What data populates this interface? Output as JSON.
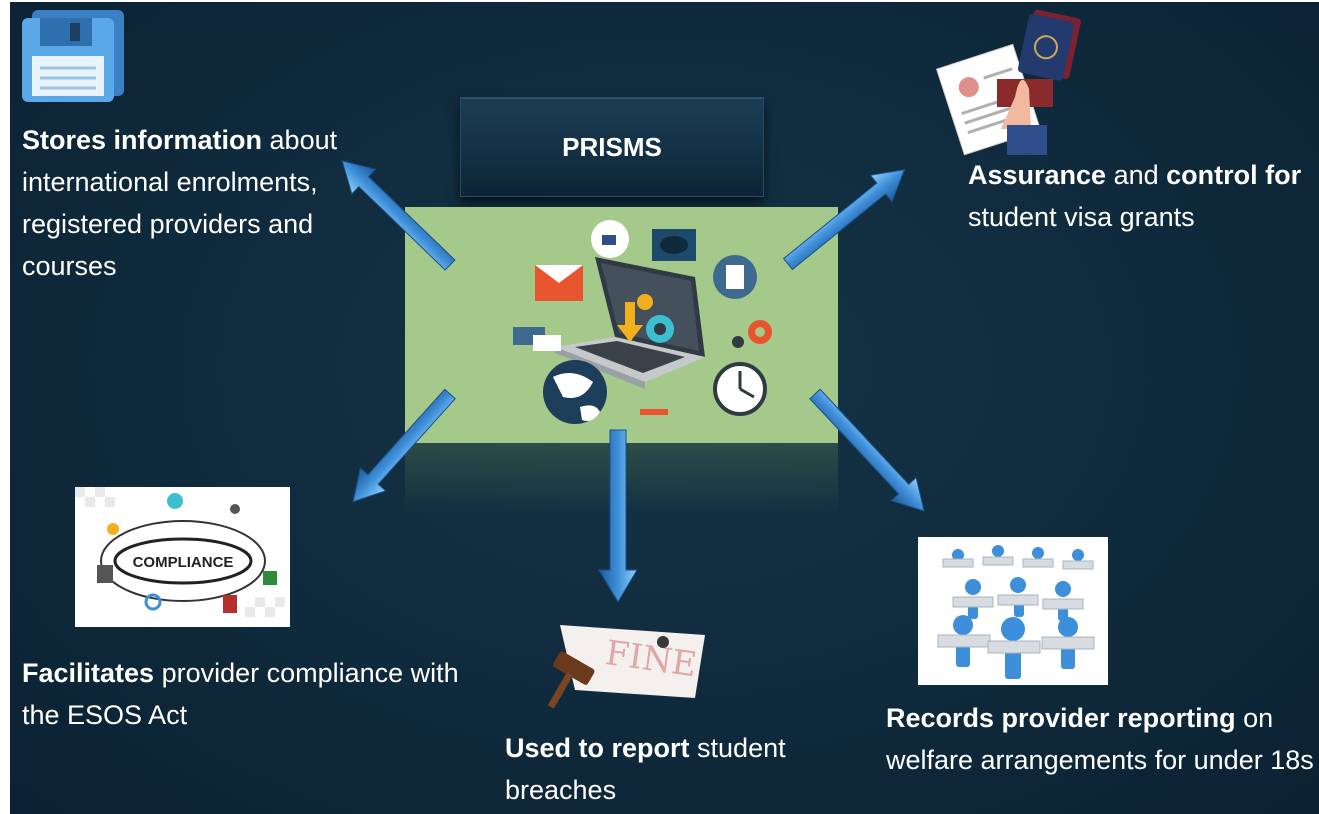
{
  "title": "PRISMS",
  "nodes": {
    "stores": {
      "bold": "Stores information",
      "rest": " about international enrolments, registered providers and courses"
    },
    "assurance": {
      "bold1": "Assurance",
      "mid": " and ",
      "bold2": "control for",
      "rest": " student visa grants"
    },
    "facilitates": {
      "bold": "Facilitates",
      "rest": " provider compliance with the ESOS Act"
    },
    "used": {
      "bold": "Used to report",
      "rest": " student breaches"
    },
    "records": {
      "bold": "Records provider reporting",
      "rest": " on welfare arrangements for under 18s"
    }
  },
  "images": {
    "compliance_word": "COMPLIANCE",
    "fine_word": "FINE"
  },
  "icons": [
    "floppy-disk-icon",
    "visa-documents-icon",
    "compliance-cloud-icon",
    "gavel-fine-icon",
    "people-puzzle-icon",
    "laptop-tech-icon"
  ],
  "colors": {
    "background": "#0f2a3c",
    "panel": "#a5c98a",
    "arrow": "#3f8fd8",
    "text": "#ffffff"
  }
}
